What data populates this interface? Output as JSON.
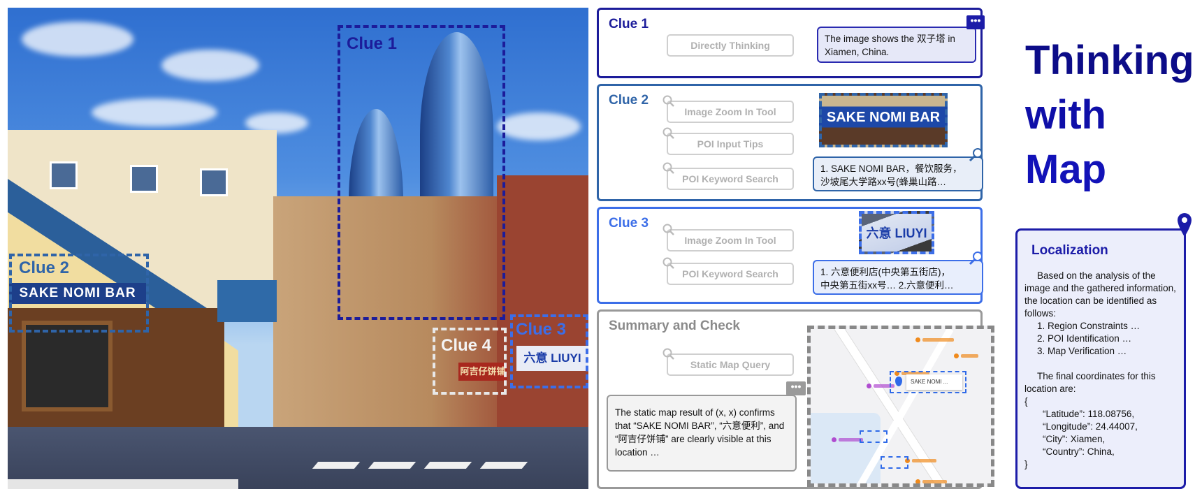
{
  "photo": {
    "clue_labels": [
      "Clue 1",
      "Clue 2",
      "Clue 3",
      "Clue 4"
    ],
    "signs": {
      "sake": "SAKE NOMI BAR",
      "liuyi": "六意 LIUYI",
      "aji": "阿吉仔饼铺"
    }
  },
  "clue1": {
    "title": "Clue 1",
    "tools": [
      "Directly Thinking"
    ],
    "bubble": "The image shows the 双子塔 in Xiamen, China.",
    "color": "#1c1c9a"
  },
  "clue2": {
    "title": "Clue 2",
    "tools": [
      "Image Zoom In Tool",
      "POI Input Tips",
      "POI Keyword Search"
    ],
    "crop_text": "SAKE NOMI BAR",
    "bubble_line1": "1. SAKE NOMI BAR，餐饮服务，",
    "bubble_line2": "沙坡尾大学路xx号(蜂巢山路…",
    "color": "#2f64a8"
  },
  "clue3": {
    "title": "Clue 3",
    "tools": [
      "Image Zoom In Tool",
      "POI Keyword Search"
    ],
    "crop_text": "六意 LIUYI",
    "bubble_line1": "1. 六意便利店(中央第五街店)，",
    "bubble_line2": "中央第五街xx号… 2.六意便利…",
    "color": "#3c6ee8"
  },
  "summary": {
    "title": "Summary and Check",
    "tools": [
      "Static Map Query"
    ],
    "bubble": "The static map result of (x, x) confirms that “SAKE NOMI BAR”, “六意便利”, and “阿吉仔饼铺” are clearly visible at this location …",
    "map_label": "SAKE NOMI ...",
    "color": "#999999"
  },
  "heading": {
    "line1": "Thinking",
    "line2": "with",
    "line3": "Map"
  },
  "localization": {
    "title": "Localization",
    "intro": "Based on the analysis of the image and the gathered information, the location can be identified as follows:",
    "steps": [
      "1. Region Constraints …",
      "2. POI Identification …",
      "3. Map Verification …"
    ],
    "final": "The final coordinates for this location are:",
    "open": "{",
    "fields": [
      "“Latitude”: 118.08756,",
      "“Longitude”: 24.44007,",
      "“City”: Xiamen,",
      "“Country”: China,"
    ],
    "close": "}"
  }
}
